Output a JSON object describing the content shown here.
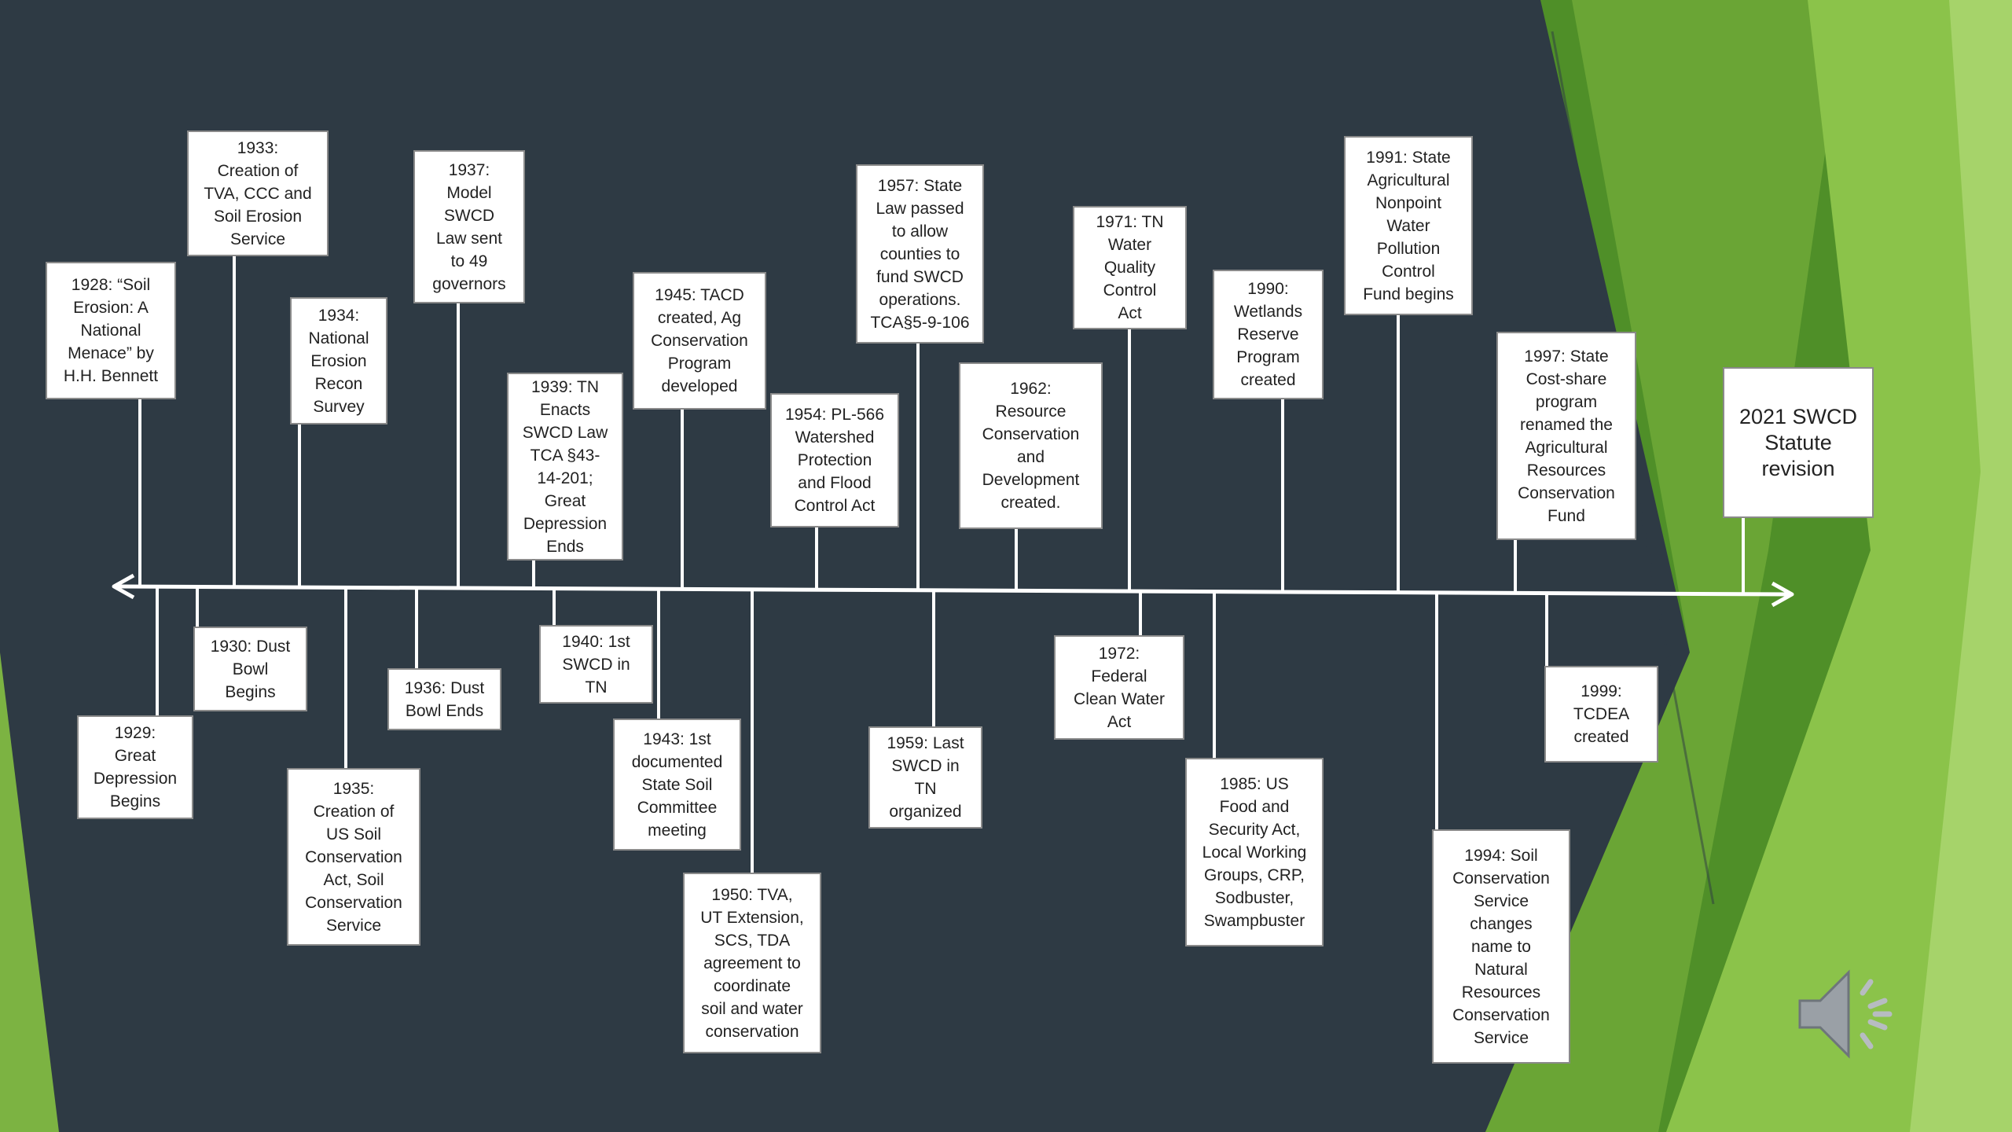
{
  "slide": {
    "colors": {
      "background": "#2e3a44",
      "green_light": "#8bc34a",
      "green_dark": "#5a9b2a",
      "box": "#ffffff",
      "line": "#ffffff"
    },
    "events": [
      {
        "id": "e1928",
        "text": "1928: “Soil\nErosion: A\nNational\nMenace” by\nH.H. Bennett"
      },
      {
        "id": "e1929",
        "text": "1929:\nGreat\nDepression\nBegins"
      },
      {
        "id": "e1930",
        "text": "1930: Dust\nBowl\nBegins"
      },
      {
        "id": "e1933",
        "text": "1933:\nCreation of\nTVA, CCC and\nSoil Erosion\nService"
      },
      {
        "id": "e1934",
        "text": "1934:\nNational\nErosion\nRecon\nSurvey"
      },
      {
        "id": "e1935",
        "text": "1935:\nCreation of\nUS Soil\nConservation\nAct, Soil\nConservation\nService"
      },
      {
        "id": "e1936",
        "text": "1936: Dust\nBowl Ends"
      },
      {
        "id": "e1937",
        "text": "1937:\nModel\nSWCD\nLaw sent\nto 49\ngovernors"
      },
      {
        "id": "e1939",
        "text": "1939: TN\nEnacts\nSWCD Law\nTCA §43-\n14-201;\nGreat\nDepression\nEnds"
      },
      {
        "id": "e1940",
        "text": "1940: 1st\nSWCD in\nTN"
      },
      {
        "id": "e1943",
        "text": "1943: 1st\ndocumented\nState Soil\nCommittee\nmeeting"
      },
      {
        "id": "e1945",
        "text": "1945:  TACD\ncreated, Ag\nConservation\nProgram\ndeveloped"
      },
      {
        "id": "e1950",
        "text": "1950:  TVA,\nUT Extension,\nSCS, TDA\nagreement to\ncoordinate\nsoil and water\nconservation"
      },
      {
        "id": "e1954",
        "text": "1954: PL-566\nWatershed\nProtection\nand Flood\nControl Act"
      },
      {
        "id": "e1957",
        "text": "1957: State\nLaw passed\nto allow\ncounties to\nfund SWCD\noperations.\nTCA§5-9-106"
      },
      {
        "id": "e1959",
        "text": "1959: Last\nSWCD in\nTN\norganized"
      },
      {
        "id": "e1962",
        "text": "1962:\nResource\nConservation\nand\nDevelopment\ncreated."
      },
      {
        "id": "e1971",
        "text": "1971: TN\nWater\nQuality\nControl\nAct"
      },
      {
        "id": "e1972",
        "text": "1972:\nFederal\nClean Water\nAct"
      },
      {
        "id": "e1985",
        "text": "1985: US\nFood and\nSecurity Act,\nLocal Working\nGroups, CRP,\nSodbuster,\nSwampbuster"
      },
      {
        "id": "e1990",
        "text": "1990:\nWetlands\nReserve\nProgram\ncreated"
      },
      {
        "id": "e1991",
        "text": "1991: State\nAgricultural\nNonpoint\nWater\nPollution\nControl\nFund begins"
      },
      {
        "id": "e1994",
        "text": "1994:  Soil\nConservation\nService\nchanges\nname to\nNatural\nResources\nConservation\nService"
      },
      {
        "id": "e1997",
        "text": "1997: State\nCost-share\nprogram\nrenamed the\nAgricultural\nResources\nConservation\nFund"
      },
      {
        "id": "e1999",
        "text": "1999:\nTCDEA\ncreated"
      },
      {
        "id": "e2021",
        "text": "2021 SWCD\nStatute\nrevision"
      }
    ],
    "speaker_icon": "speaker-icon"
  }
}
